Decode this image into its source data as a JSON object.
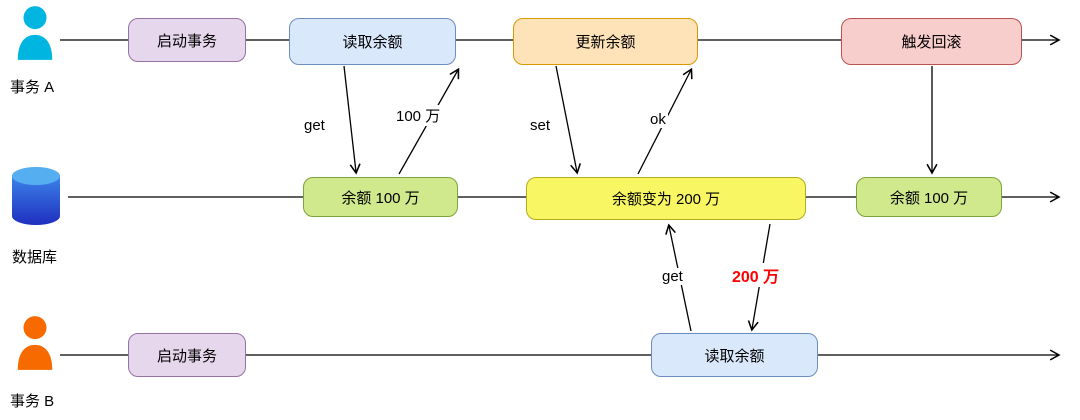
{
  "lanes": [
    {
      "label": "事务 A"
    },
    {
      "label": "数据库"
    },
    {
      "label": "事务 B"
    }
  ],
  "nodes": {
    "a_start": {
      "label": "启动事务"
    },
    "a_read": {
      "label": "读取余额"
    },
    "a_update": {
      "label": "更新余额"
    },
    "a_rollback": {
      "label": "触发回滚"
    },
    "db_100_1": {
      "label": "余额 100 万"
    },
    "db_200": {
      "label": "余额变为 200 万"
    },
    "db_100_2": {
      "label": "余额 100 万"
    },
    "b_start": {
      "label": "启动事务"
    },
    "b_read": {
      "label": "读取余额"
    }
  },
  "edges": {
    "a_get": {
      "label": "get"
    },
    "a_return": {
      "label": "100 万"
    },
    "a_set": {
      "label": "set"
    },
    "a_ok": {
      "label": "ok"
    },
    "b_get": {
      "label": "get"
    },
    "b_return": {
      "label": "200 万"
    }
  },
  "colors": {
    "start_fill": "#e6d7ec",
    "start_border": "#9673a6",
    "read_fill": "#dae8fc",
    "read_border": "#6c8ebf",
    "update_fill": "#ffe3b8",
    "update_border": "#d79b00",
    "rollback_fill": "#f8cecc",
    "rollback_border": "#b85450",
    "balance_fill": "#cfe98c",
    "balance_border": "#7da33c",
    "changed_fill": "#f8f662",
    "changed_border": "#b3ac1f",
    "highlight_text": "#ff0000",
    "actor_a": "#00b6e0",
    "actor_b": "#f66a00",
    "database_top": "#55aef0",
    "database_body_start": "#3b82e8",
    "database_body_end": "#1f2fbf"
  }
}
